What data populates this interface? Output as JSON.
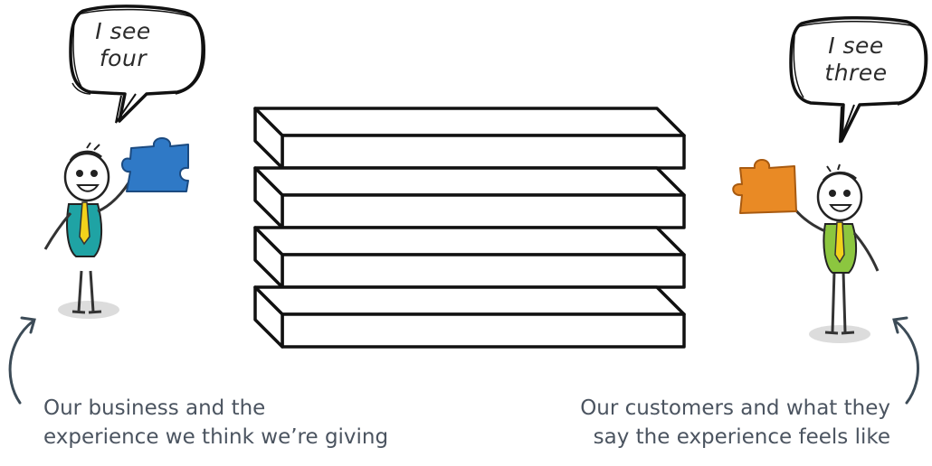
{
  "left_bubble": {
    "line1": "I see",
    "line2": "four"
  },
  "right_bubble": {
    "line1": "I see",
    "line2": "three"
  },
  "left_caption": {
    "line1": "Our business and the",
    "line2": "experience we think we’re giving"
  },
  "right_caption": {
    "line1": "Our customers and what they",
    "line2": "say the experience feels like"
  },
  "colors": {
    "left_puzzle": "#2f79c6",
    "right_puzzle": "#e98a25",
    "left_shirt": "#1fa3a4",
    "right_shirt": "#8cc63f",
    "tie": "#f2d21b",
    "arrow": "#3c4b57"
  },
  "icons": [
    "speech-bubble",
    "puzzle-piece",
    "stick-figure",
    "curved-arrow",
    "impossible-shelf"
  ]
}
